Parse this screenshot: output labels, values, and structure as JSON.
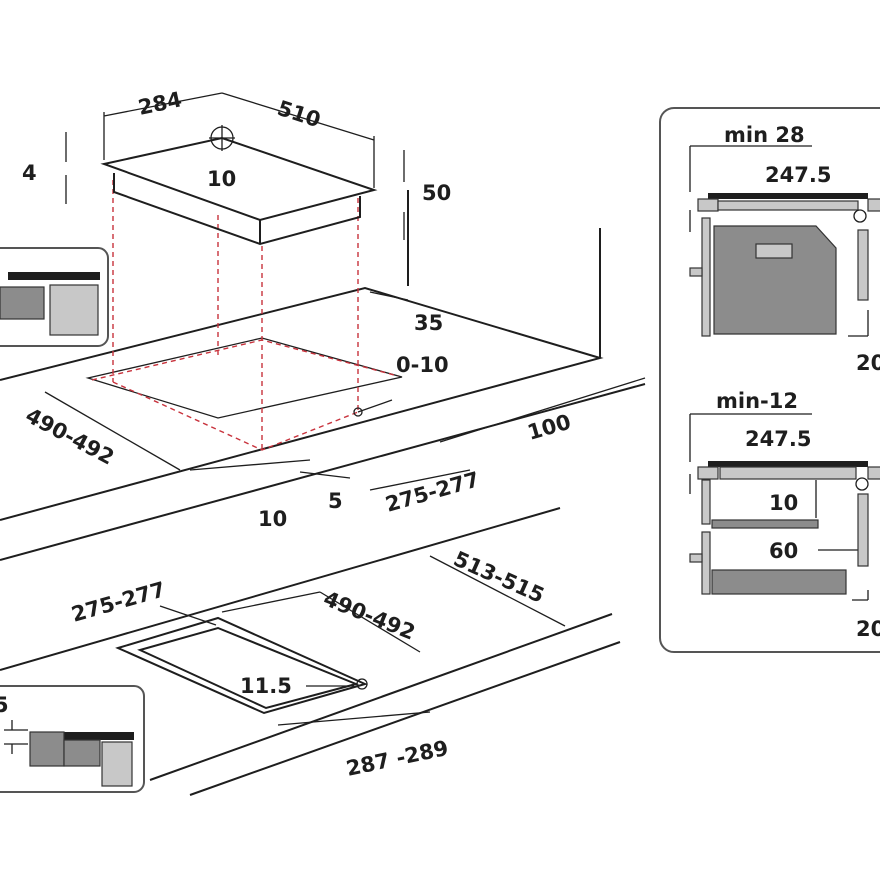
{
  "top_view": {
    "depth": "284",
    "width": "510",
    "glass_thickness": "4",
    "centre_mark": "10",
    "unit_height": "50",
    "rear_clearance": "35",
    "front_gap": "0-10",
    "side_clearance": "100",
    "cutout_width": "490-492",
    "bottom_offset": "10",
    "bottom_gap": "5",
    "cutout_depth": "275-277"
  },
  "flush_view": {
    "outer_width": "513-515",
    "inner_width": "490-492",
    "inner_depth": "275-277",
    "ledge": "11.5",
    "outer_depth": "287 -289"
  },
  "right_panel_top": {
    "min_label": "min 28",
    "centre": "247.5",
    "side_partial": "20"
  },
  "right_panel_bottom": {
    "min_label": "min-12",
    "centre": "247.5",
    "gap": "10",
    "depth": "60",
    "side_partial": "20"
  },
  "left_detail_bottom": {
    "partial_label": "5"
  }
}
